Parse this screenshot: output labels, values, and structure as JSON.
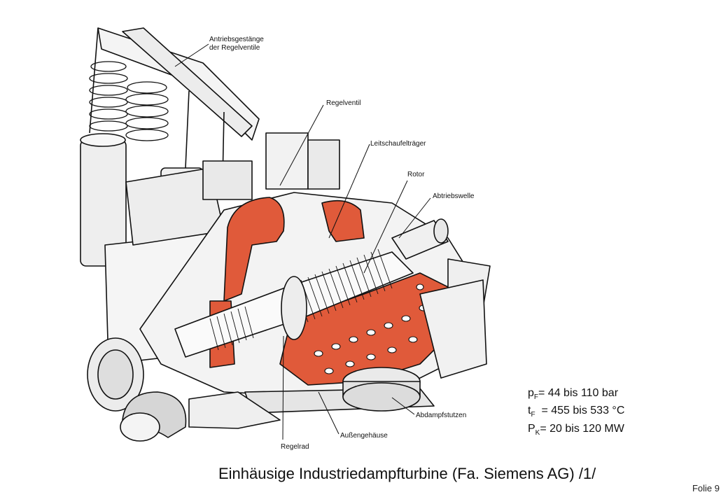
{
  "callouts": {
    "drive_linkage_line1": "Antriebsgestänge",
    "drive_linkage_line2": "der Regelventile",
    "control_valve": "Regelventil",
    "guide_vane_carrier": "Leitschaufelträger",
    "rotor": "Rotor",
    "output_shaft": "Abtriebswelle",
    "exhaust_nozzle": "Abdampfstutzen",
    "outer_casing": "Außengehäuse",
    "control_wheel": "Regelrad"
  },
  "parameters": {
    "pressure": {
      "symbol": "p",
      "subscript": "F",
      "text": "= 44 bis 110 bar"
    },
    "temperature": {
      "symbol": "t",
      "subscript": "F",
      "text": "  = 455 bis 533 °C"
    },
    "power": {
      "symbol": "P",
      "subscript": "K",
      "text": "= 20 bis 120 MW"
    }
  },
  "title": "Einhäusige Industriedampfturbine (Fa. Siemens AG) /1/",
  "footer": "Folie 9",
  "colors": {
    "casing_section": "#e05a3a",
    "ink": "#111111",
    "paper": "#ffffff"
  }
}
